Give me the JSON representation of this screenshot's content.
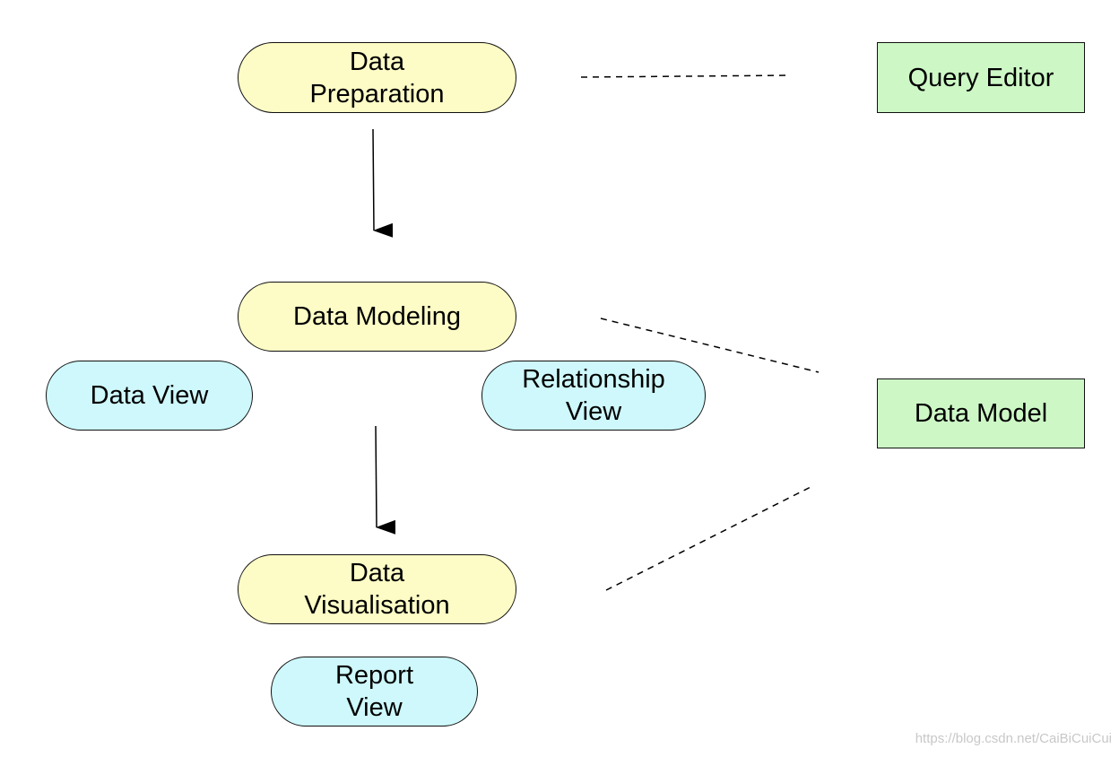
{
  "nodes": {
    "data_preparation": "Data\nPreparation",
    "data_modeling": "Data Modeling",
    "data_visualisation": "Data\nVisualisation",
    "data_view": "Data View",
    "relationship_view": "Relationship\nView",
    "report_view": "Report\nView",
    "query_editor": "Query Editor",
    "data_model": "Data Model"
  },
  "watermark": "https://blog.csdn.net/CaiBiCuiCui",
  "colors": {
    "stage_fill": "#fdfcc6",
    "view_fill": "#cef8fb",
    "tool_fill": "#cdf8c6",
    "stroke": "#111111"
  }
}
